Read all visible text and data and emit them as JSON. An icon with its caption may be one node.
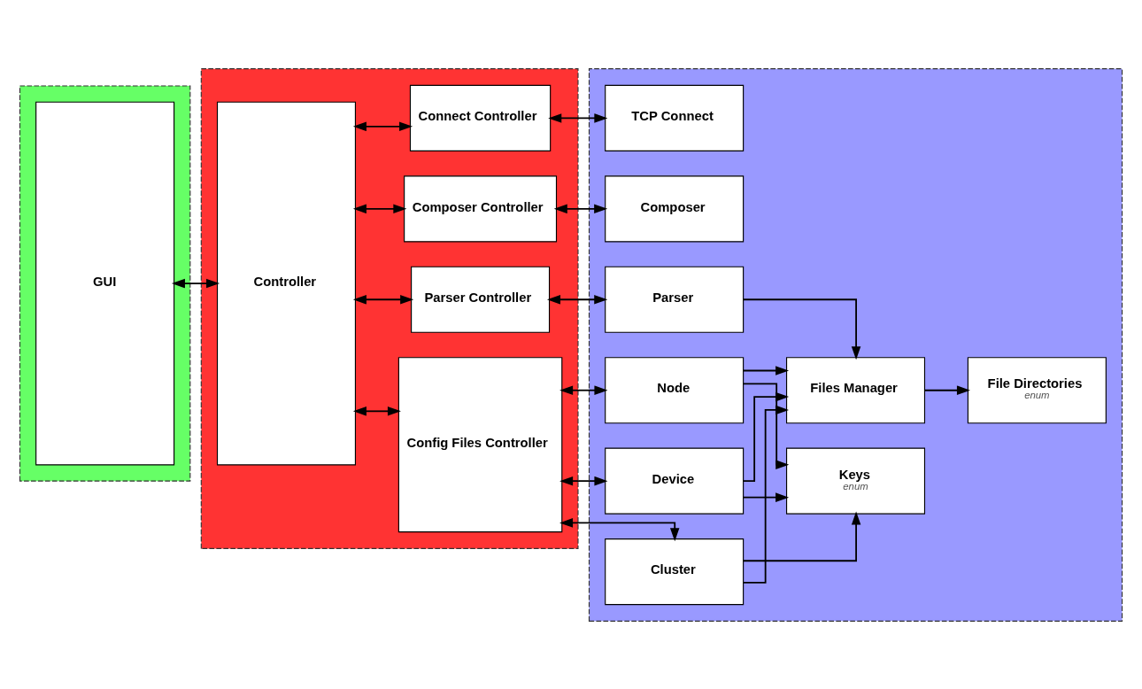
{
  "diagram": {
    "nodes": [
      {
        "text": [],
        "shape": "box"
      },
      {
        "text": [
          "GUI"
        ],
        "in": 0
      },
      {
        "text": [],
        "shape": "box"
      },
      {
        "text": [
          "Controller"
        ],
        "in": 2
      },
      {
        "text": [
          "Config Files Controller"
        ],
        "in": 2
      },
      {
        "text": [
          "Parser Controller"
        ],
        "in": 2
      },
      {
        "text": [
          "Composer Controller"
        ],
        "in": 2
      },
      {
        "text": [
          "Connect Controller"
        ],
        "in": 2
      },
      {
        "text": [],
        "shape": "box"
      },
      {
        "text": [
          "Cluster"
        ],
        "in": 8
      },
      {
        "text": [
          "Keys",
          "enum"
        ],
        "in": 8
      },
      {
        "text": [
          "Node"
        ],
        "in": 8
      },
      {
        "text": [
          "Device"
        ],
        "in": 8
      },
      {
        "text": [
          "Files Manager"
        ],
        "in": 8
      },
      {
        "text": [
          "Parser"
        ],
        "in": 8
      },
      {
        "text": [
          "Composer"
        ],
        "in": 8
      },
      {
        "text": [
          "File Directories",
          "enum"
        ],
        "in": 8
      },
      {
        "text": [
          "TCP Connect"
        ],
        "in": 8
      }
    ],
    "edges": [
      {
        "from": 1,
        "to": 3,
        "arrow": "both"
      },
      {
        "from": 3,
        "to": 4,
        "arrow": "both"
      },
      {
        "from": 3,
        "to": 5,
        "arrow": "both"
      },
      {
        "from": 3,
        "to": 6,
        "arrow": "both"
      },
      {
        "from": 3,
        "to": 7,
        "arrow": "both"
      },
      {
        "from": 4,
        "to": 9,
        "arrow": "both"
      },
      {
        "from": 4,
        "to": 11,
        "arrow": "both"
      },
      {
        "from": 4,
        "to": 12,
        "arrow": "both"
      },
      {
        "from": 5,
        "to": 14,
        "arrow": "both"
      },
      {
        "from": 6,
        "to": 15,
        "arrow": "both"
      },
      {
        "from": 7,
        "to": 17,
        "arrow": "both"
      },
      {
        "from": 9,
        "to": 10,
        "arrow": "to"
      },
      {
        "from": 9,
        "to": 13,
        "arrow": "to"
      },
      {
        "from": 11,
        "to": 10,
        "arrow": "to"
      },
      {
        "from": 11,
        "to": 13,
        "arrow": "to"
      },
      {
        "from": 12,
        "to": 10,
        "arrow": "to"
      },
      {
        "from": 12,
        "to": 13,
        "arrow": "to"
      },
      {
        "from": 14,
        "to": 13,
        "arrow": "to"
      },
      {
        "from": 13,
        "to": 16,
        "arrow": "to"
      }
    ]
  }
}
